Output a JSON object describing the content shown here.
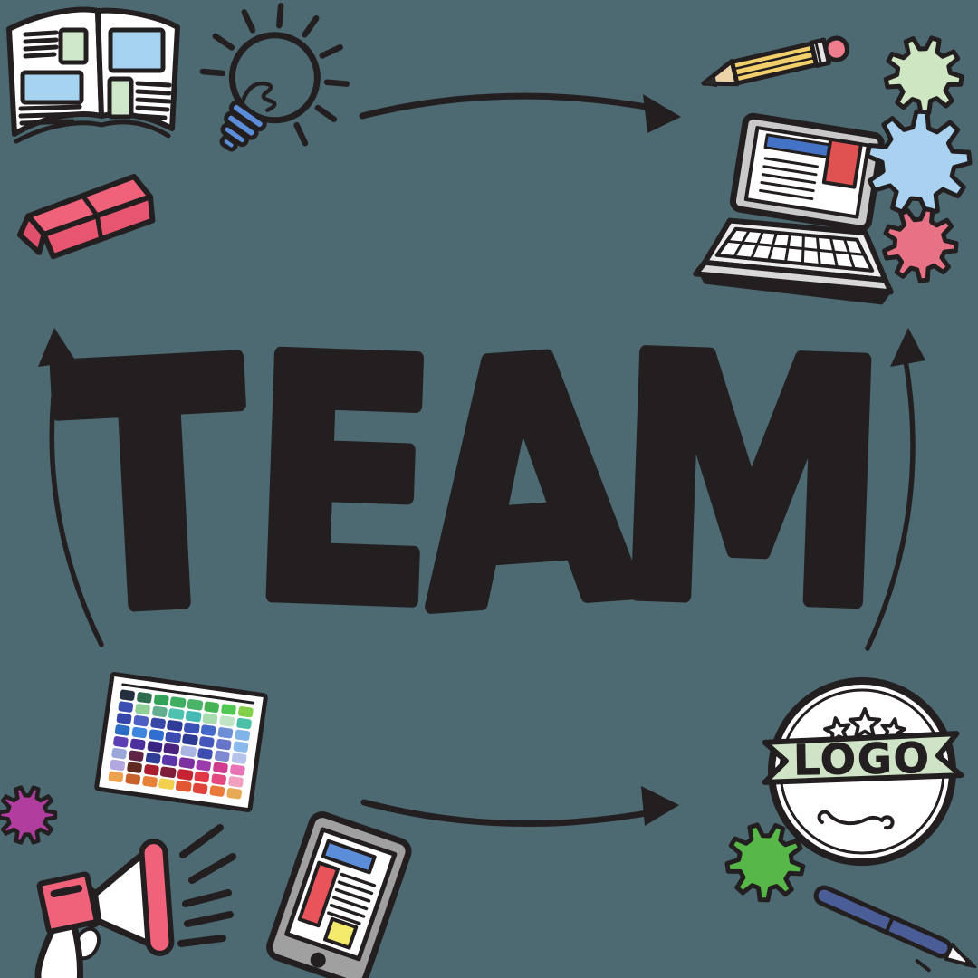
{
  "title": "TEAM doodle concept illustration",
  "center": {
    "word": "TEAM",
    "letters": [
      "T",
      "E",
      "A",
      "M"
    ]
  },
  "badge": {
    "label": "LOGO",
    "star_count": 3
  },
  "colors": {
    "background": "#4d6972",
    "ink": "#231f20",
    "white": "#ffffff",
    "book_blue": "#a6d4f0",
    "book_green": "#cfe7cb",
    "bulb_base": "#5b8dd9",
    "eraser_pink": "#f0617a",
    "eraser_front": "#e85570",
    "eraser_end": "#e04f6c",
    "pencil_yellow": "#f2cf6a",
    "pencil_wood": "#ecd2a8",
    "pencil_eraser": "#ef7d8e",
    "laptop_frame": "#c9c9c9",
    "screen_blue": "#4472c4",
    "screen_red": "#e05252",
    "gear_sage": "#cfe6c2",
    "gear_sky": "#a8d2f0",
    "gear_rose": "#e87285",
    "gear_magenta": "#b13d9e",
    "gear_green": "#57b849",
    "megaphone_pink": "#f0617a",
    "tablet_gray": "#a0a0a0",
    "tablet_blue": "#5b8dd9",
    "tablet_red": "#e8545a",
    "tablet_yellow": "#f3e96b",
    "ribbon_sage": "#cfe3c6",
    "pen_blue": "#4a5d96"
  },
  "doodles": [
    {
      "name": "open-book"
    },
    {
      "name": "lightbulb"
    },
    {
      "name": "eraser"
    },
    {
      "name": "pencil"
    },
    {
      "name": "laptop"
    },
    {
      "name": "gear-light-green"
    },
    {
      "name": "gear-light-blue"
    },
    {
      "name": "gear-rose"
    },
    {
      "name": "gear-magenta"
    },
    {
      "name": "gear-green"
    },
    {
      "name": "color-palette"
    },
    {
      "name": "megaphone"
    },
    {
      "name": "tablet"
    },
    {
      "name": "logo-badge"
    },
    {
      "name": "pen"
    }
  ],
  "arrows": [
    {
      "name": "arrow-top",
      "direction": "right"
    },
    {
      "name": "arrow-bottom",
      "direction": "right"
    },
    {
      "name": "arrow-left",
      "direction": "up"
    },
    {
      "name": "arrow-right",
      "direction": "up"
    }
  ],
  "palette": {
    "rows": [
      [
        "#232f3e",
        "#2e6b4f",
        "#33a15a",
        "#3fae62",
        "#4bb368",
        "#45b254",
        "#50c853",
        "#83d04b"
      ],
      [
        "#3b4fb1",
        "#90d098",
        "#64ae90",
        "#4fc1af",
        "#44bab3",
        "#a7ddaf",
        "#c0e5c5",
        "#4dc1a7"
      ],
      [
        "#3646a9",
        "#4c60c1",
        "#3847a6",
        "#2f3c98",
        "#3a51b5",
        "#4468c7",
        "#6c8fd7",
        "#80b4e9"
      ],
      [
        "#2c6dc5",
        "#3c87dd",
        "#306fd1",
        "#3b4baf",
        "#2e3b93",
        "#4257b9",
        "#6675c9",
        "#89b9ed"
      ],
      [
        "#5c40b1",
        "#4b2f9d",
        "#382282",
        "#4a227d",
        "#aab5e3",
        "#3d4daf",
        "#7d8ad1",
        "#b8c3eb"
      ],
      [
        "#9ba6d9",
        "#602447",
        "#303d97",
        "#5b36a9",
        "#7d309f",
        "#9c3cac",
        "#d03d8f",
        "#e874b5"
      ],
      [
        "#b3a7e0",
        "#5e2a22",
        "#a81e2e",
        "#7e1f3a",
        "#c62433",
        "#e23744",
        "#e3487e",
        "#f2a0bd"
      ],
      [
        "#eda24d",
        "#c8622b",
        "#e8823a",
        "#f2cf4e",
        "#e2572f",
        "#e04339",
        "#ea7a3b",
        "#e8a954"
      ]
    ]
  }
}
